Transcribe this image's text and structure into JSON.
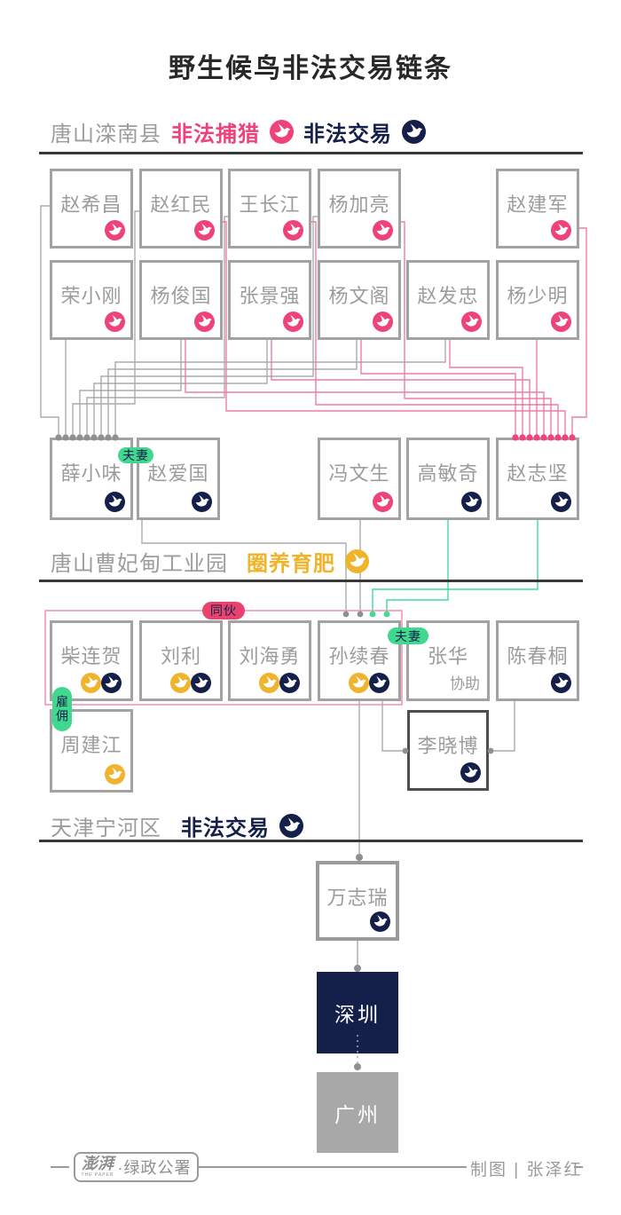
{
  "title": "野生候鸟非法交易链条",
  "colors": {
    "pink": "#ef4279",
    "navy": "#15204a",
    "yellow": "#f0b42c",
    "green_pill": "#3ed98f",
    "gang_pill_pink": "#e8436e",
    "pink_line": "#f07ca6",
    "green_line": "#3edc97",
    "gray_line": "#ababab",
    "box_border": "#a2a2a2",
    "name_gray": "#9c9c9c",
    "divider_dark": "#383838",
    "shenzhen_fill": "#15204a",
    "guangzhou_fill": "#a8a8a8"
  },
  "sections": {
    "s1": {
      "location": "唐山滦南县",
      "tag_hunt": "非法捕猎",
      "tag_trade": "非法交易"
    },
    "s2": {
      "location": "唐山曹妃甸工业园",
      "tag_feed": "圈养育肥"
    },
    "s3": {
      "location": "天津宁河区",
      "tag_trade": "非法交易"
    }
  },
  "labels": {
    "couple": "夫妻",
    "gang": "同伙",
    "hire": "雇佣",
    "assist": "协助"
  },
  "people": {
    "row1": [
      "赵希昌",
      "赵红民",
      "王长江",
      "杨加亮",
      "赵建军"
    ],
    "row2": [
      "荣小刚",
      "杨俊国",
      "张景强",
      "杨文阁",
      "赵发忠",
      "杨少明"
    ],
    "mid": [
      "薛小味",
      "赵爱国",
      "冯文生",
      "高敏奇",
      "赵志坚"
    ],
    "row3": [
      "柴连贺",
      "刘利",
      "刘海勇",
      "孙续春",
      "张华",
      "陈春桐"
    ],
    "zhou": "周建江",
    "li": "李晓博",
    "wan": "万志瑞",
    "cities": [
      "深圳",
      "广州"
    ]
  },
  "footer": {
    "logo_main": "澎湃",
    "logo_sub": "THE PAPER",
    "logo_rest": "·绿政公署",
    "credit": "制图 | 张泽红"
  }
}
